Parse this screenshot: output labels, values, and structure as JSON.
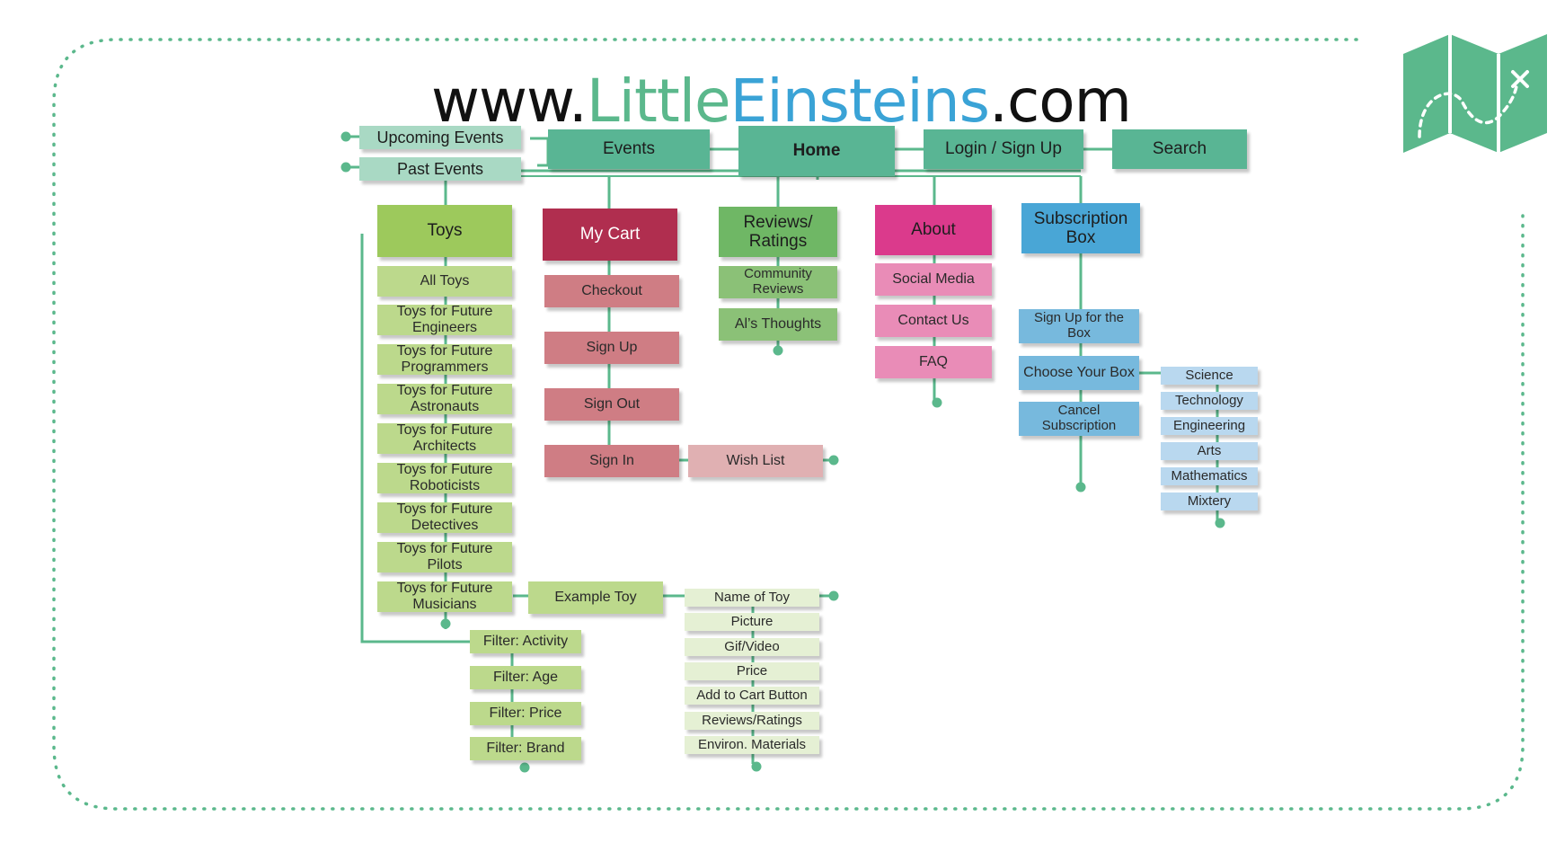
{
  "site": {
    "prefix": "www.",
    "brand_part1": "Little",
    "brand_part2": "Einsteins",
    "suffix": ".com"
  },
  "colors": {
    "teal": "#59b594",
    "teal_light": "#a9d9c4",
    "green": "#9dc95c",
    "green_light": "#bcd98c",
    "green_pale": "#e5f0d4",
    "crimson": "#b02e4f",
    "rose": "#cf7d84",
    "rose_light": "#e0b0b2",
    "review_green": "#6fb765",
    "review_light": "#8bc177",
    "magenta": "#db3a8c",
    "pink": "#e98cb7",
    "blue": "#49a6d6",
    "blue_mid": "#77b9dd",
    "blue_light": "#b9d8ef",
    "connector": "#5bb88c",
    "dotted_border": "#5bb88c"
  },
  "icons": {
    "site_map": "folded-map-icon"
  },
  "nav": {
    "home": "Home",
    "events": "Events",
    "login": "Login / Sign Up",
    "search": "Search",
    "upcoming_events": "Upcoming Events",
    "past_events": "Past Events"
  },
  "toys": {
    "title": "Toys",
    "items": [
      "All Toys",
      "Toys for Future Engineers",
      "Toys for Future Programmers",
      "Toys for Future Astronauts",
      "Toys for Future Architects",
      "Toys for Future Roboticists",
      "Toys for Future Detectives",
      "Toys for Future Pilots",
      "Toys for Future Musicians"
    ],
    "filters": [
      "Filter: Activity",
      "Filter: Age",
      "Filter: Price",
      "Filter: Brand"
    ],
    "example_toy": "Example Toy",
    "toy_details": [
      "Name of Toy",
      "Picture",
      "Gif/Video",
      "Price",
      "Add to Cart Button",
      "Reviews/Ratings",
      "Environ. Materials"
    ]
  },
  "cart": {
    "title": "My Cart",
    "items": [
      "Checkout",
      "Sign Up",
      "Sign Out",
      "Sign In"
    ],
    "wish_list": "Wish List"
  },
  "reviews": {
    "title": "Reviews/ Ratings",
    "items": [
      "Community Reviews",
      "Al’s Thoughts"
    ]
  },
  "about": {
    "title": "About",
    "items": [
      "Social Media",
      "Contact Us",
      "FAQ"
    ]
  },
  "subscription": {
    "title": "Subscription Box",
    "items": [
      "Sign Up for the Box",
      "Choose Your Box",
      "Cancel Subscription"
    ],
    "box_types": [
      "Science",
      "Technology",
      "Engineering",
      "Arts",
      "Mathematics",
      "Mixtery"
    ]
  }
}
